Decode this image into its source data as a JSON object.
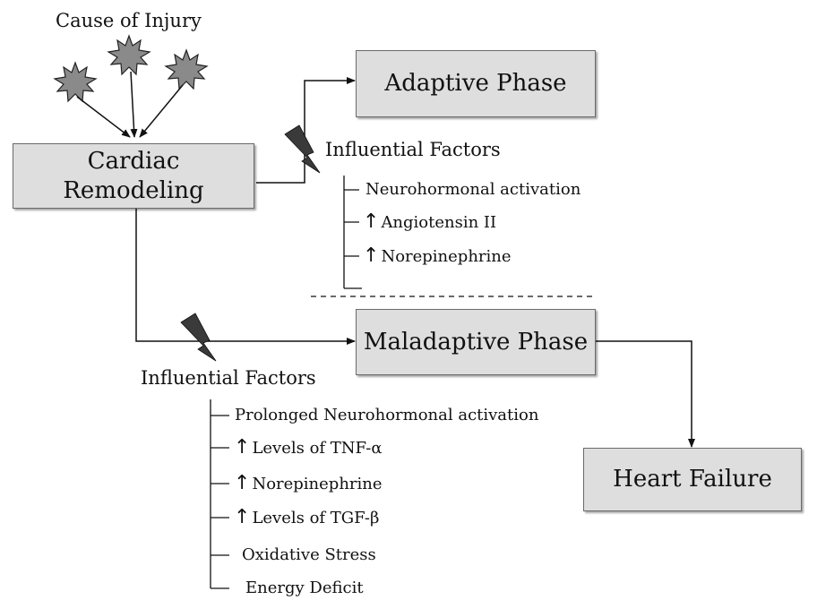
{
  "cause": {
    "label": "Cause of Injury"
  },
  "nodes": {
    "cardiac": {
      "line1": "Cardiac",
      "line2": "Remodeling"
    },
    "adaptive": {
      "label": "Adaptive Phase"
    },
    "maladaptive": {
      "label": "Maladaptive Phase"
    },
    "heart_failure": {
      "label": "Heart Failure"
    }
  },
  "adaptive_factors": {
    "title": "Influential Factors",
    "items": [
      "Neurohormonal activation",
      "Angiotensin II",
      "Norepinephrine"
    ]
  },
  "maladaptive_factors": {
    "title": "Influential Factors",
    "items": [
      "Prolonged Neurohormonal activation",
      "Levels of TNF-α",
      "Norepinephrine",
      "Levels of TGF-β",
      "Oxidative Stress",
      "Energy Deficit"
    ]
  },
  "icons": {
    "injury": "starburst-icon",
    "factor": "lightning-bolt-icon",
    "increase": "up-arrow-icon"
  },
  "colors": {
    "box_fill": "#dedede",
    "box_border": "#6a6a6a",
    "line": "#111111",
    "icon_fill": "#3a3a3a"
  }
}
